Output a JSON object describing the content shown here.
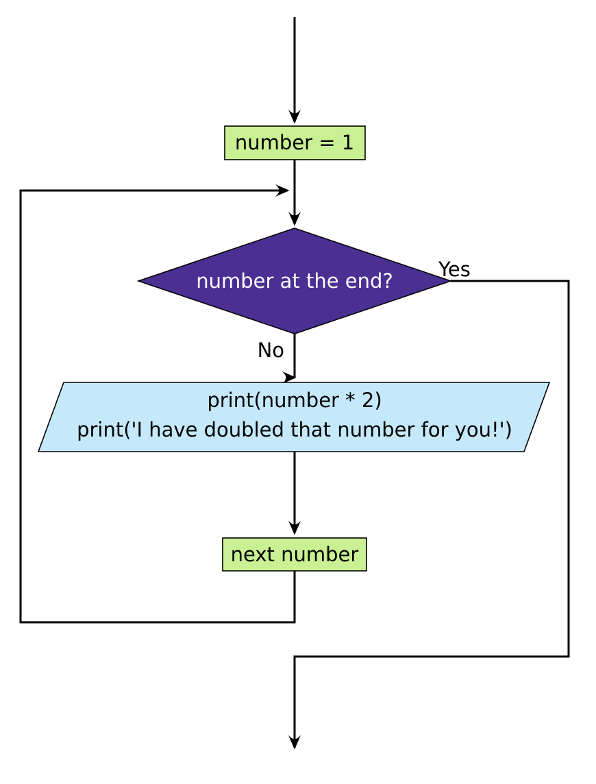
{
  "colors": {
    "process_fill": "#c9f092",
    "decision_fill": "#4b2f93",
    "io_fill": "#c5e9fa",
    "line": "#000000",
    "decision_text_color": "#ffffff",
    "text_color": "#000000"
  },
  "nodes": {
    "init": {
      "type": "process",
      "label": "number = 1"
    },
    "decision": {
      "type": "decision",
      "label": "number at the end?"
    },
    "output": {
      "type": "input-output",
      "line1": "print(number * 2)",
      "line2": "print('I have doubled that number for you!')"
    },
    "next": {
      "type": "process",
      "label": "next number"
    }
  },
  "edges": {
    "yes_label": "Yes",
    "no_label": "No"
  }
}
